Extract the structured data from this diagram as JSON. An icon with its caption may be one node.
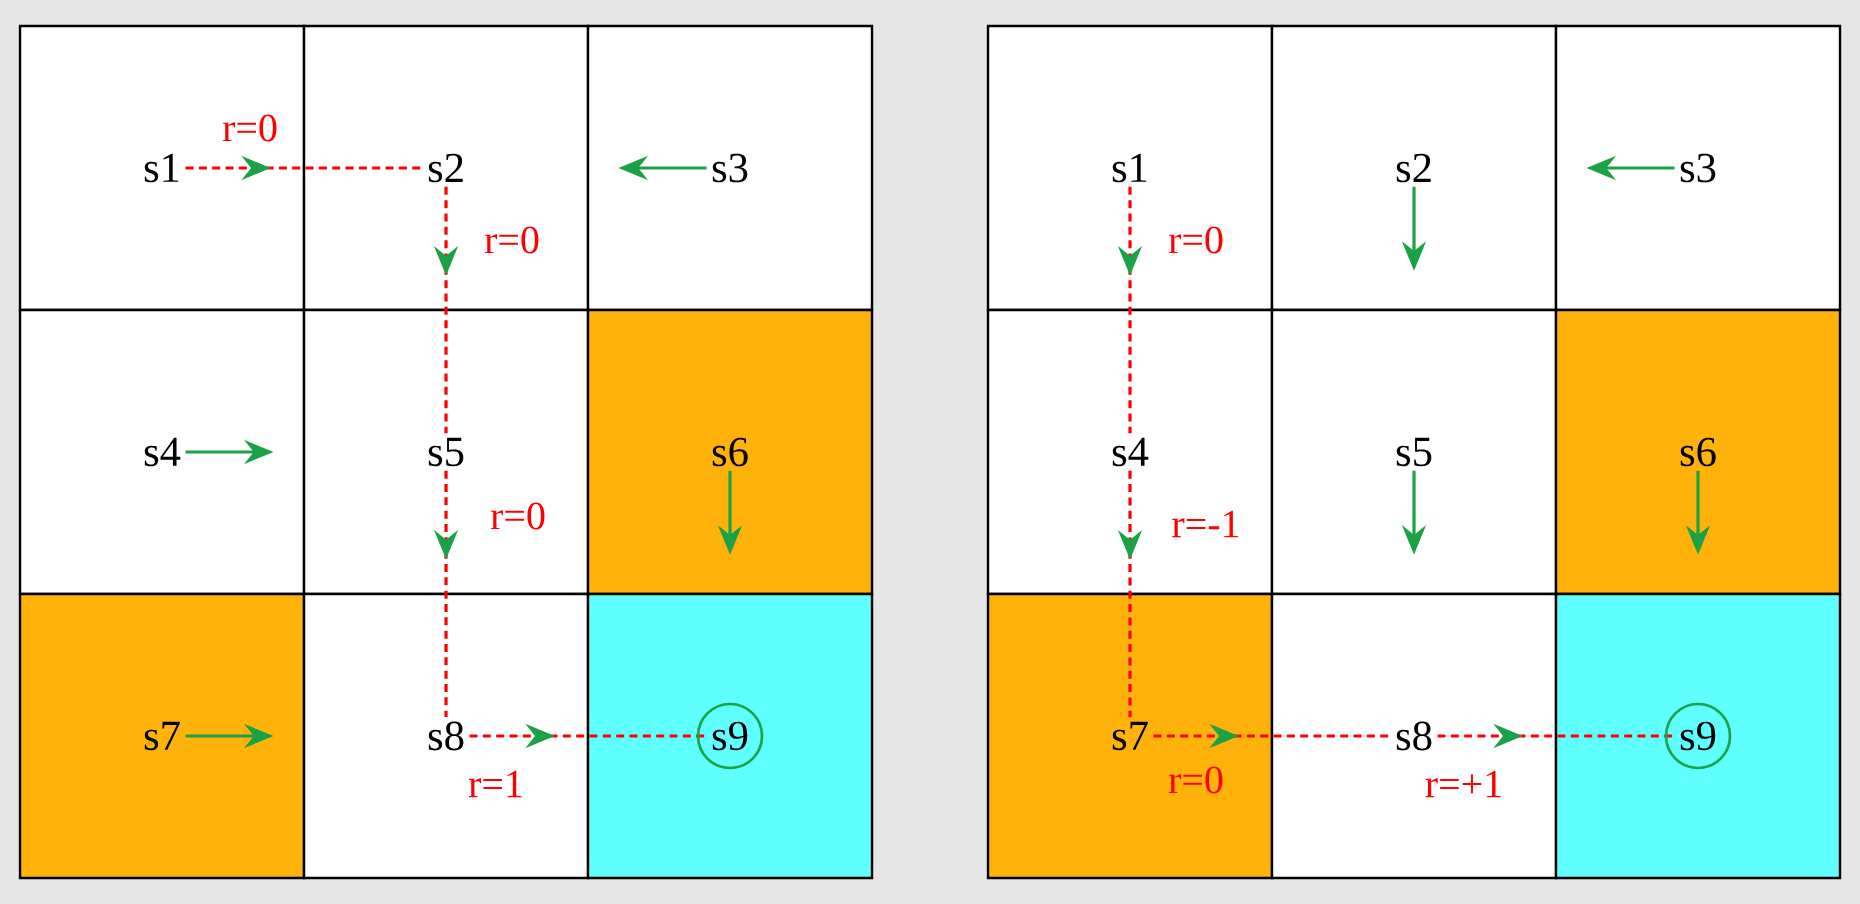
{
  "diagram": {
    "nodes": [
      {
        "text": [
          "s1"
        ]
      },
      {
        "text": [
          "s2"
        ]
      },
      {
        "text": [
          "s3"
        ]
      },
      {
        "text": [
          "s4"
        ]
      },
      {
        "text": [
          "s5"
        ]
      },
      {
        "text": [
          "s6"
        ]
      },
      {
        "text": [
          "s7"
        ]
      },
      {
        "text": [
          "s8"
        ]
      },
      {
        "text": [
          "s9"
        ]
      },
      {
        "text": [
          "s1"
        ]
      },
      {
        "text": [
          "s2"
        ]
      },
      {
        "text": [
          "s3"
        ]
      },
      {
        "text": [
          "s4"
        ]
      },
      {
        "text": [
          "s5"
        ]
      },
      {
        "text": [
          "s6"
        ]
      },
      {
        "text": [
          "s7"
        ]
      },
      {
        "text": [
          "s8"
        ]
      },
      {
        "text": [
          "s9"
        ]
      }
    ],
    "edges": [
      {
        "from": 0,
        "to": 1,
        "arrow": "to",
        "label": "r=0",
        "style": "dashed",
        "color": "#ff0000"
      },
      {
        "from": 1,
        "to": 4,
        "arrow": "to",
        "label": "r=0",
        "style": "dashed",
        "color": "#ff0000"
      },
      {
        "from": 4,
        "to": 7,
        "arrow": "to",
        "label": "r=0",
        "style": "dashed",
        "color": "#ff0000"
      },
      {
        "from": 7,
        "to": 8,
        "arrow": "to",
        "label": "r=1",
        "style": "dashed",
        "color": "#ff0000"
      },
      {
        "from": 9,
        "to": 12,
        "arrow": "to",
        "label": "r=0",
        "style": "dashed",
        "color": "#ff0000"
      },
      {
        "from": 12,
        "to": 15,
        "arrow": "to",
        "label": "r=-1",
        "style": "dashed",
        "color": "#ff0000"
      },
      {
        "from": 15,
        "to": 16,
        "arrow": "to",
        "label": "r=0",
        "style": "dashed",
        "color": "#ff0000"
      },
      {
        "from": 16,
        "to": 17,
        "arrow": "to",
        "label": "r=+1",
        "style": "dashed",
        "color": "#ff0000"
      }
    ]
  }
}
